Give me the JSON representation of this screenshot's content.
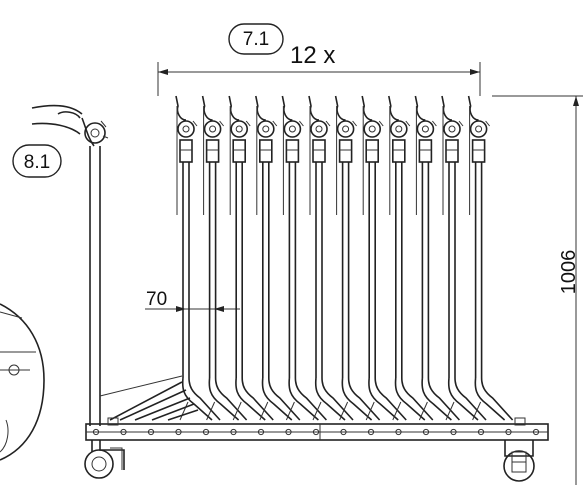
{
  "callouts": {
    "rack_count": "7.1",
    "handle": "8.1"
  },
  "dimensions": {
    "count_label": "12 x",
    "height": "1006",
    "spacing": "70"
  },
  "rack": {
    "pole_count": 12
  }
}
